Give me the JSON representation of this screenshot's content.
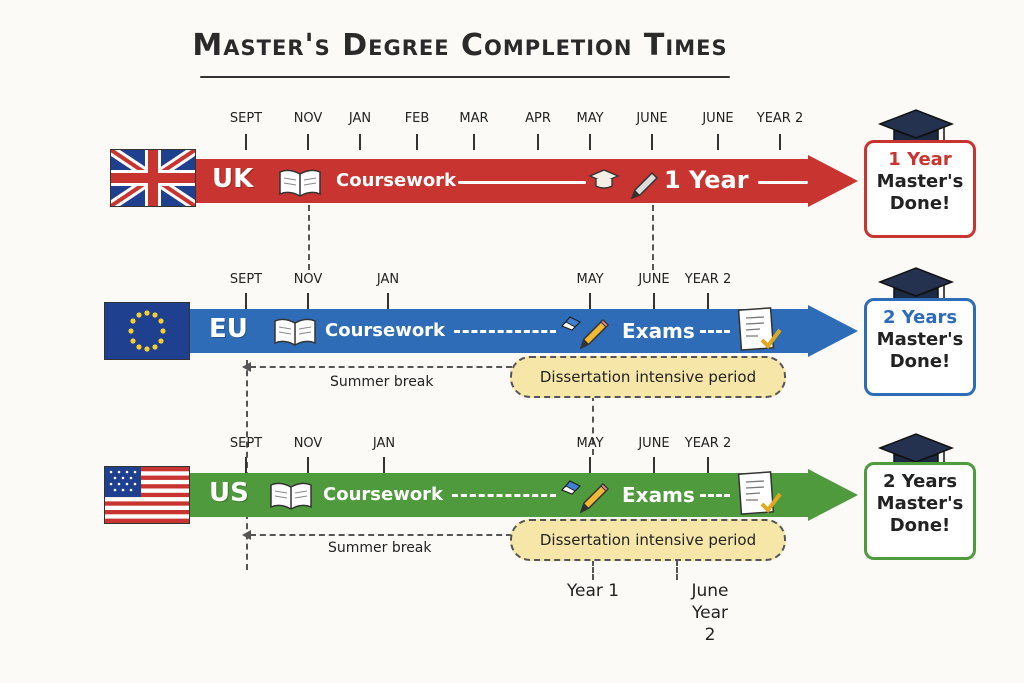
{
  "title": "Master's Degree Completion Times",
  "colors": {
    "uk": "#c8342f",
    "eu": "#2f6cb7",
    "us": "#4e9a3c",
    "pill": "#f6e7a8"
  },
  "rows": [
    {
      "id": "uk",
      "country": "UK",
      "coursework": "Coursework",
      "duration": "1 Year",
      "ticks": [
        "SEPT",
        "NOV",
        "JAN",
        "FEB",
        "MAR",
        "APR",
        "MAY",
        "JUNE",
        "JUNE",
        "YEAR 2"
      ],
      "result": [
        "1 Year",
        "Master's",
        "Done!"
      ]
    },
    {
      "id": "eu",
      "country": "EU",
      "coursework": "Coursework",
      "exams": "Exams",
      "ticks": [
        "SEPT",
        "NOV",
        "JAN",
        "MAY",
        "JUNE",
        "YEAR 2"
      ],
      "summer_break": "Summer break",
      "dissertation": "Dissertation intensive period",
      "result": [
        "2 Years",
        "Master's",
        "Done!"
      ]
    },
    {
      "id": "us",
      "country": "US",
      "coursework": "Coursework",
      "exams": "Exams",
      "ticks": [
        "SEPT",
        "NOV",
        "JAN",
        "MAY",
        "JUNE",
        "YEAR 2"
      ],
      "summer_break": "Summer break",
      "dissertation": "Dissertation intensive period",
      "result": [
        "2 Years",
        "Master's",
        "Done!"
      ]
    }
  ],
  "bottom_labels": [
    "Year 1",
    "June Year 2"
  ],
  "icons": [
    "uk-flag-icon",
    "eu-flag-icon",
    "us-flag-icon",
    "book-icon",
    "graduation-cap-icon",
    "pencil-icon",
    "eraser-icon",
    "paper-check-icon"
  ]
}
